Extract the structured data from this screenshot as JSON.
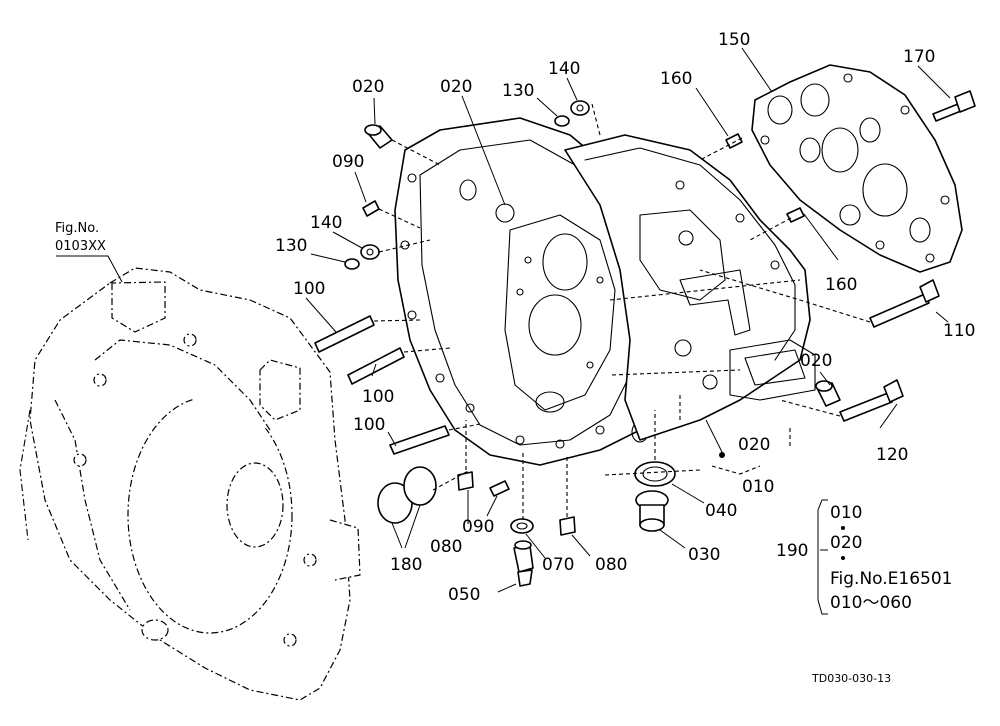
{
  "ref_figure": {
    "line1": "Fig.No.",
    "line2": "0103XX"
  },
  "labels": {
    "p020_a": "020",
    "p020_b": "020",
    "p020_c": "020",
    "p020_d": "020",
    "p130_a": "130",
    "p140_a": "140",
    "p130_b": "130",
    "p140_b": "140",
    "p160_a": "160",
    "p160_b": "160",
    "p150": "150",
    "p170": "170",
    "p090_a": "090",
    "p090_b": "090",
    "p100_a": "100",
    "p100_b": "100",
    "p100_c": "100",
    "p110": "110",
    "p120": "120",
    "p010": "010",
    "p040": "040",
    "p030": "030",
    "p080_a": "080",
    "p080_b": "080",
    "p070": "070",
    "p050": "050",
    "p180": "180"
  },
  "kit": {
    "number": "190",
    "line1": "010",
    "line2": "020",
    "line3": "Fig.No.E16501",
    "line4": "010～060"
  },
  "drawing_code": "TD030-030-13"
}
